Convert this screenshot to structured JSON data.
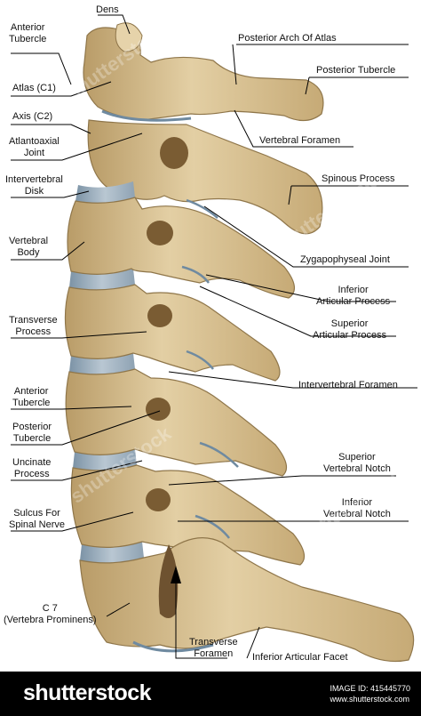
{
  "labels": {
    "dens": "Dens",
    "anterior_tubercle_1": "Anterior\nTubercle",
    "atlas": "Atlas (C1)",
    "axis": "Axis (C2)",
    "atlantoaxial_joint": "Atlantoaxial\nJoint",
    "intervertebral_disk": "Intervertebral\nDisk",
    "vertebral_body": "Vertebral\nBody",
    "transverse_process": "Transverse\nProcess",
    "anterior_tubercle_2": "Anterior\nTubercle",
    "posterior_tubercle_2": "Posterior\nTubercle",
    "uncinate_process": "Uncinate\nProcess",
    "sulcus_spinal_nerve": "Sulcus For\nSpinal Nerve",
    "c7": "C 7\n(Vertebra Prominens)",
    "posterior_arch_atlas": "Posterior Arch Of Atlas",
    "posterior_tubercle_1": "Posterior Tubercle",
    "vertebral_foramen": "Vertebral Foramen",
    "spinous_process": "Spinous Process",
    "zygapophyseal_joint": "Zygapophyseal Joint",
    "inferior_articular_process": "Inferior\nArticular Process",
    "superior_articular_process": "Superior\nArticular Process",
    "intervertebral_foramen": "Intervertebral Foramen",
    "superior_vertebral_notch": "Superior\nVertebral Notch",
    "inferior_vertebral_notch": "Inferior\nVertebral Notch",
    "transverse_foramen": "Transverse\nForamen",
    "inferior_articular_facet": "Inferior Articular Facet"
  },
  "footer": {
    "logo": "shutterstock",
    "image_id": "IMAGE ID: 415445770",
    "site": "www.shutterstock.com"
  },
  "watermark": "shutterstock",
  "colors": {
    "bone": "#ddc79b",
    "bone_shadow": "#a88c5b",
    "disk": "#8fa3b4",
    "leader": "#000000"
  }
}
